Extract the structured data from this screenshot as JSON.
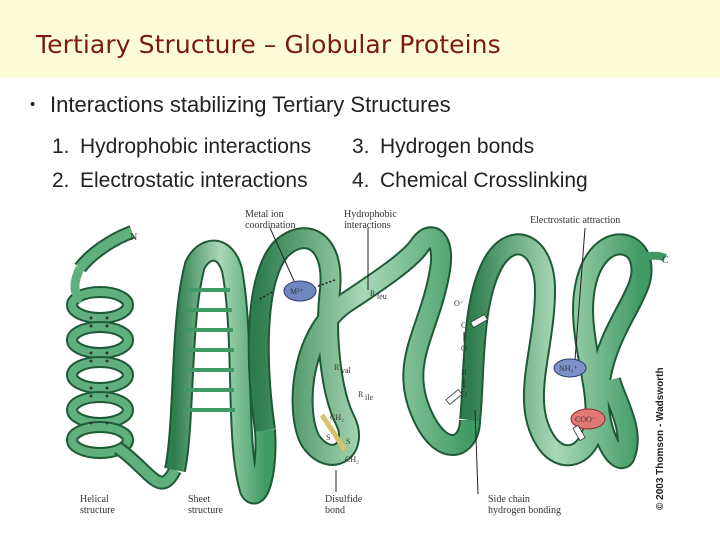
{
  "header": {
    "title": "Tertiary Structure – Globular Proteins"
  },
  "content": {
    "bullet": "Interactions stabilizing Tertiary Structures",
    "items_left": [
      {
        "num": "1.",
        "label": "Hydrophobic interactions"
      },
      {
        "num": "2.",
        "label": "Electrostatic interactions"
      }
    ],
    "items_right": [
      {
        "num": "3.",
        "label": "Hydrogen bonds"
      },
      {
        "num": "4.",
        "label": "Chemical Crosslinking"
      }
    ]
  },
  "diagram": {
    "labels": {
      "metal_1": "Metal ion",
      "metal_2": "coordination",
      "hydro_1": "Hydrophobic",
      "hydro_2": "interactions",
      "electro": "Electrostatic attraction",
      "helical_1": "Helical",
      "helical_2": "structure",
      "sheet_1": "Sheet",
      "sheet_2": "structure",
      "disulfide_1": "Disulfide",
      "disulfide_2": "bond",
      "sidechain_1": "Side chain",
      "sidechain_2": "hydrogen bonding",
      "n_term": "N",
      "c_term": "C",
      "metal_ion": "M²⁺",
      "r_leu": "R",
      "r_leu_sub": "leu",
      "r_val": "R",
      "r_val_sub": "val",
      "r_ile": "R",
      "r_ile_sub": "ile",
      "nh3": "NH₃⁺",
      "coo": "COO⁻",
      "ch2_top": "CH₂",
      "s1": "S",
      "s2": "S",
      "ch2_bot": "CH₂",
      "o_minus": "O⁻",
      "c_atom": "C",
      "o_atom": "O",
      "h_atom": "H",
      "o_lower": "O"
    },
    "colors": {
      "ribbon": "#3f9a63",
      "ribbon_light": "#9fd0ae",
      "ribbon_edge": "#1f5a37",
      "metal_ion": "#6f86bf",
      "nh3": "#7d92c8",
      "coo": "#e07878"
    }
  },
  "copyright": "© 2003 Thomson - Wadsworth"
}
